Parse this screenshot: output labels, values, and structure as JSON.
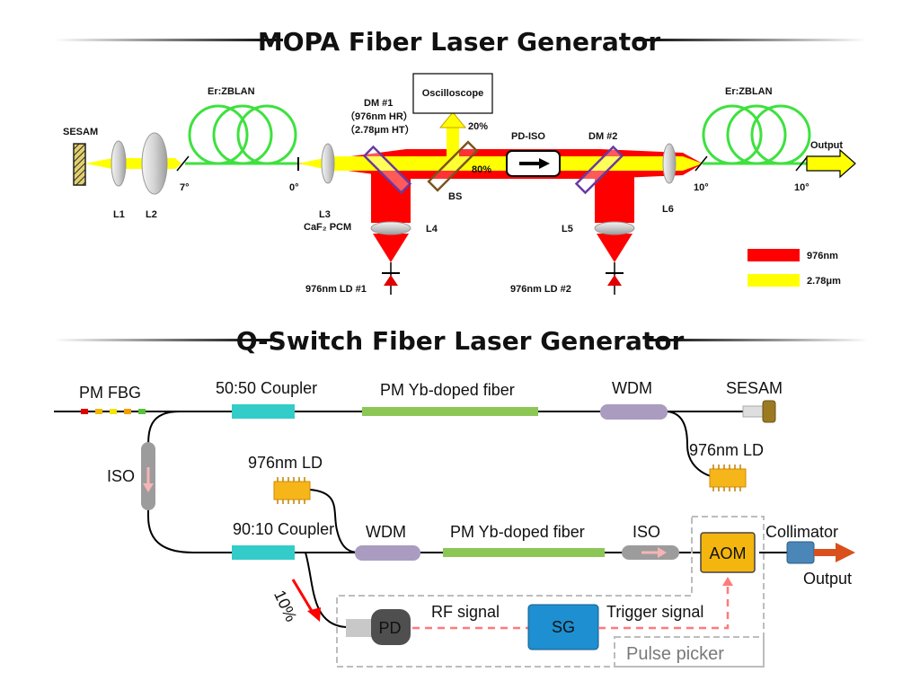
{
  "mopa": {
    "title": "MOPA Fiber Laser Generator",
    "labels": {
      "sesam": "SESAM",
      "l1": "L1",
      "l2": "L2",
      "angle_7": "7°",
      "er_zblan_left": "Er:ZBLAN",
      "angle_0": "0°",
      "l3": "L3",
      "caf2_pcm": "CaF₂ PCM",
      "dm1": "DM #1",
      "dm1_hr": "（976nm HR）",
      "dm1_ht": "（2.78μm HT）",
      "oscilloscope": "Oscilloscope",
      "pct20": "20%",
      "pct80": "80%",
      "bs": "BS",
      "l4": "L4",
      "ld1": "976nm LD #1",
      "pd_iso": "PD-ISO",
      "dm2": "DM #2",
      "l5": "L5",
      "ld2": "976nm LD #2",
      "l6": "L6",
      "angle_10a": "10°",
      "er_zblan_right": "Er:ZBLAN",
      "angle_10b": "10°",
      "output": "Output"
    },
    "legend": [
      {
        "label": "976nm",
        "color": "#ff0000"
      },
      {
        "label": "2.78μm",
        "color": "#ffff00"
      }
    ]
  },
  "qswitch": {
    "title": "Q-Switch Fiber Laser Generator",
    "labels": {
      "pm_fbg": "PM FBG",
      "coupler_5050": "50:50 Coupler",
      "pm_yb_top": "PM Yb-doped fiber",
      "wdm_top": "WDM",
      "sesam": "SESAM",
      "ld_right": "976nm LD",
      "iso_left": "ISO",
      "ld_left": "976nm LD",
      "coupler_9010": "90:10 Coupler",
      "wdm_bottom": "WDM",
      "pm_yb_bottom": "PM Yb-doped fiber",
      "iso_bottom": "ISO",
      "aom": "AOM",
      "collimator": "Collimator",
      "output": "Output",
      "pct10": "10%",
      "pd": "PD",
      "rf_signal": "RF signal",
      "sg": "SG",
      "trigger_signal": "Trigger signal",
      "pulse_picker": "Pulse picker"
    }
  },
  "colors": {
    "pump": "#ff0000",
    "signal": "#ffff00",
    "fiber_coil": "#33dd33",
    "coupler": "#33ccc8",
    "fiber_segment": "#8cc756",
    "wdm": "#a99cc0",
    "chip": "#f6b61a",
    "sg_box": "#1e8fd0",
    "aom_box": "#f4b60e",
    "output_arrow": "#d9501c",
    "dm_frame": "#6a3aa0",
    "bs_frame": "#7a5420"
  }
}
